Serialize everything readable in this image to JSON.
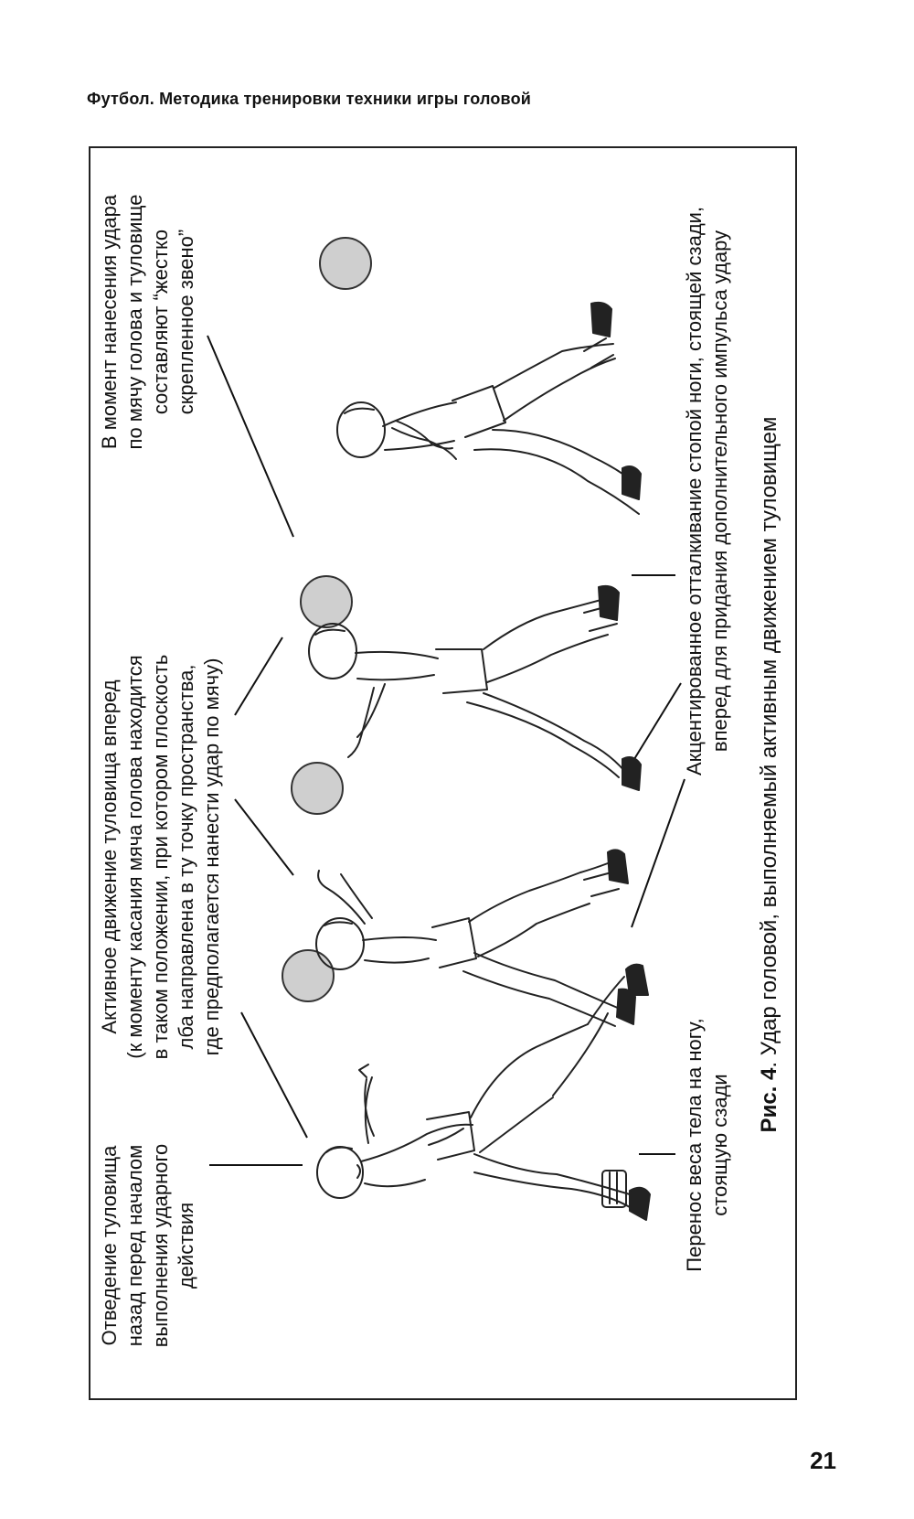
{
  "header": {
    "title": "Футбол. Методика тренировки техники игры головой"
  },
  "figure": {
    "captions": {
      "c1": [
        "Отведение туловища",
        "назад перед началом",
        "выполнения ударного",
        "действия"
      ],
      "c2": [
        "Активное движение туловища вперед",
        "(к моменту касания мяча голова находится",
        "в таком положении, при котором плоскость",
        "лба направлена в ту точку пространства,",
        "где предполагается нанести удар по мячу)"
      ],
      "c3": [
        "В момент нанесения удара",
        "по мячу голова и туловище",
        "составляют “жестко",
        "скрепленное звено”"
      ],
      "c4": [
        "Перенос веса тела на ногу,",
        "стоящую сзади"
      ],
      "c5": [
        "Акцентированное отталкивание стопой ноги, стоящей сзади,",
        "вперед для придания дополнительного импульса удару"
      ]
    },
    "figure_caption": {
      "label": "Рис. 4",
      "text": ". Удар головой, выполняемый активным движением туловищем"
    }
  },
  "page_number": "21"
}
